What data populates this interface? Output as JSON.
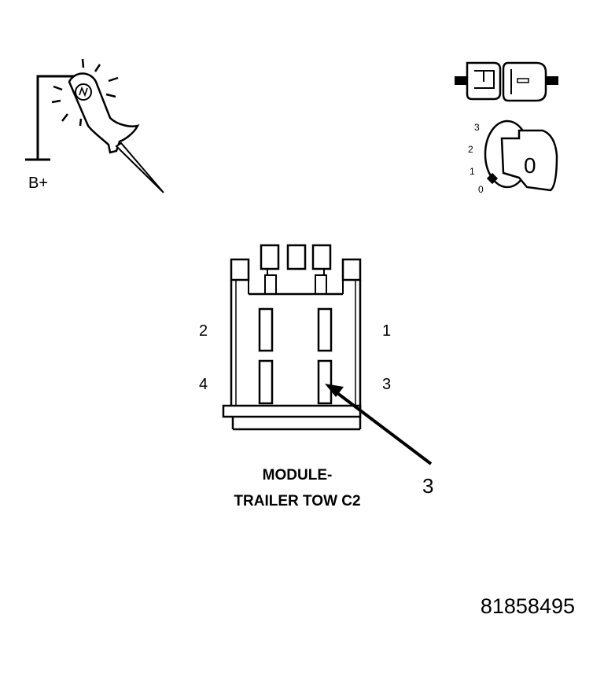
{
  "probe": {
    "reference_label": "B+"
  },
  "ignition": {
    "positions": [
      "3",
      "2",
      "1",
      "0"
    ],
    "key_position": "0"
  },
  "connector": {
    "title_line1": "MODULE-",
    "title_line2": "TRAILER TOW C2",
    "pins": [
      {
        "id": "2"
      },
      {
        "id": "1"
      },
      {
        "id": "4"
      },
      {
        "id": "3"
      }
    ]
  },
  "callout": {
    "label": "3"
  },
  "figure_id": "81858495"
}
